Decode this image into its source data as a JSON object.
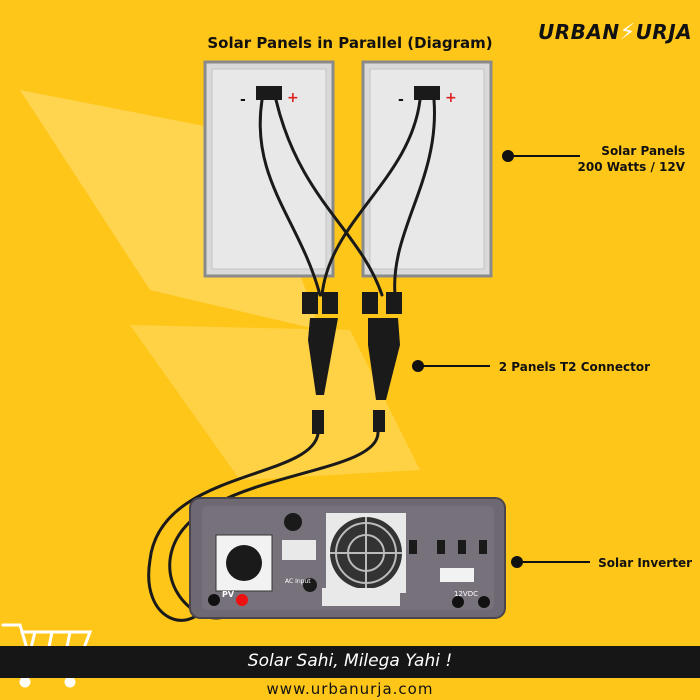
{
  "title": "Solar Panels in Parallel (Diagram)",
  "brand": {
    "part1": "URBAN",
    "part2": "URJA"
  },
  "callouts": {
    "panels_line1": "Solar Panels",
    "panels_line2": "200 Watts / 12V",
    "connector": "2 Panels T2 Connector",
    "inverter": "Solar Inverter"
  },
  "panel_polarity": {
    "negative": "-",
    "positive": "+"
  },
  "inverter_labels": {
    "pv": "PV",
    "dc_rating": "12VDC",
    "ac_input": "AC Input"
  },
  "tagline": "Solar Sahi, Milega Yahi !",
  "website": "www.urbanurja.com",
  "colors": {
    "background": "#FFC61A",
    "bar": "#161616",
    "inverter": "#6E6873",
    "cable": "#1a1a1a"
  }
}
